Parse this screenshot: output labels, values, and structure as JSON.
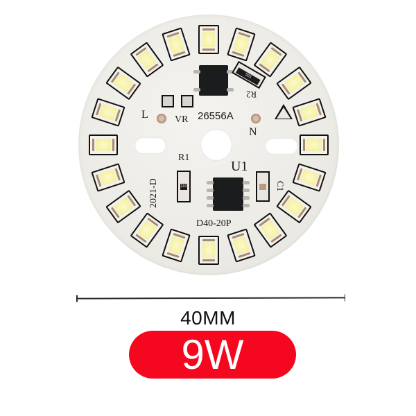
{
  "product": {
    "board_labels": {
      "L": "L",
      "VR": "VR",
      "code": "26556A",
      "N": "N",
      "R1": "R1",
      "U1": "U1",
      "year": "2021-D",
      "model": "D40-20P",
      "R2": "R2",
      "C1": "C1",
      "r2_value": "501",
      "r1_value": "110"
    },
    "led_count": 20,
    "dimension_label": "40MM",
    "power_badge": "9W",
    "colors": {
      "badge": "#f5081f",
      "badge_text": "#ffffff",
      "board": "#ecebe6",
      "led_chip": "#f6f2a6"
    }
  }
}
